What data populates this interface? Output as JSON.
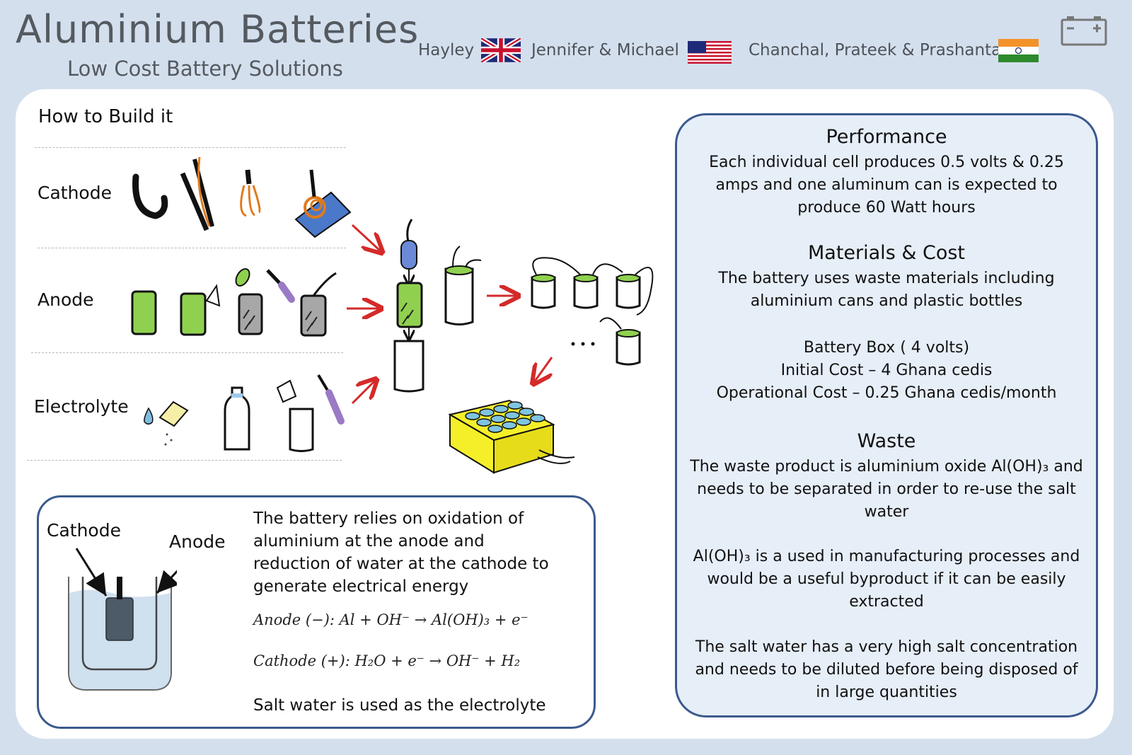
{
  "header": {
    "title": "Aluminium  Batteries",
    "subtitle": "Low Cost Battery Solutions",
    "teams": [
      {
        "name": "Hayley",
        "flag": "uk-flag"
      },
      {
        "name": "Jennifer & Michael",
        "flag": "us-flag"
      },
      {
        "name": "Chanchal, Prateek & Prashanta",
        "flag": "india-flag"
      }
    ],
    "battery_icon": "battery-icon"
  },
  "build": {
    "title": "How to Build it",
    "rows": [
      "Cathode",
      "Anode",
      "Electrolyte"
    ]
  },
  "explain": {
    "cathode_label": "Cathode",
    "anode_label": "Anode",
    "text": "The battery relies on oxidation of aluminium at the anode and reduction of water at the cathode to generate electrical energy",
    "eq_anode": "Anode (−):  Al + OH⁻  →  Al(OH)₃ +  e⁻",
    "eq_cathode": "Cathode (+):  H₂O + e⁻ → OH⁻ + H₂",
    "salt": "Salt water is used as the electrolyte"
  },
  "info": {
    "performance_h": "Performance",
    "performance_p": "Each individual cell produces 0.5 volts & 0.25 amps and one aluminum can is expected to produce 60 Watt hours",
    "materials_h": "Materials & Cost",
    "materials_p": "The battery uses waste materials including aluminium cans and plastic bottles",
    "box_line1": "Battery Box ( 4 volts)",
    "box_line2": "Initial Cost – 4 Ghana cedis",
    "box_line3": "Operational Cost – 0.25 Ghana cedis/month",
    "waste_h": "Waste",
    "waste_p1": "The waste product is aluminium oxide  Al(OH)₃ and needs to be separated in order to re-use the salt water",
    "waste_p2": "Al(OH)₃ is a used in manufacturing processes and would be a useful byproduct if it can be easily extracted",
    "waste_p3": "The salt water has a very high salt concentration and needs to be diluted before being disposed of in large quantities"
  },
  "colors": {
    "background": "#d4dfee",
    "panel_border": "#3b5a8d",
    "panel_fill": "#e6eef8",
    "can_green": "#8fd14f",
    "arrow_red": "#d42a2a",
    "box_yellow": "#f5ef2a"
  }
}
